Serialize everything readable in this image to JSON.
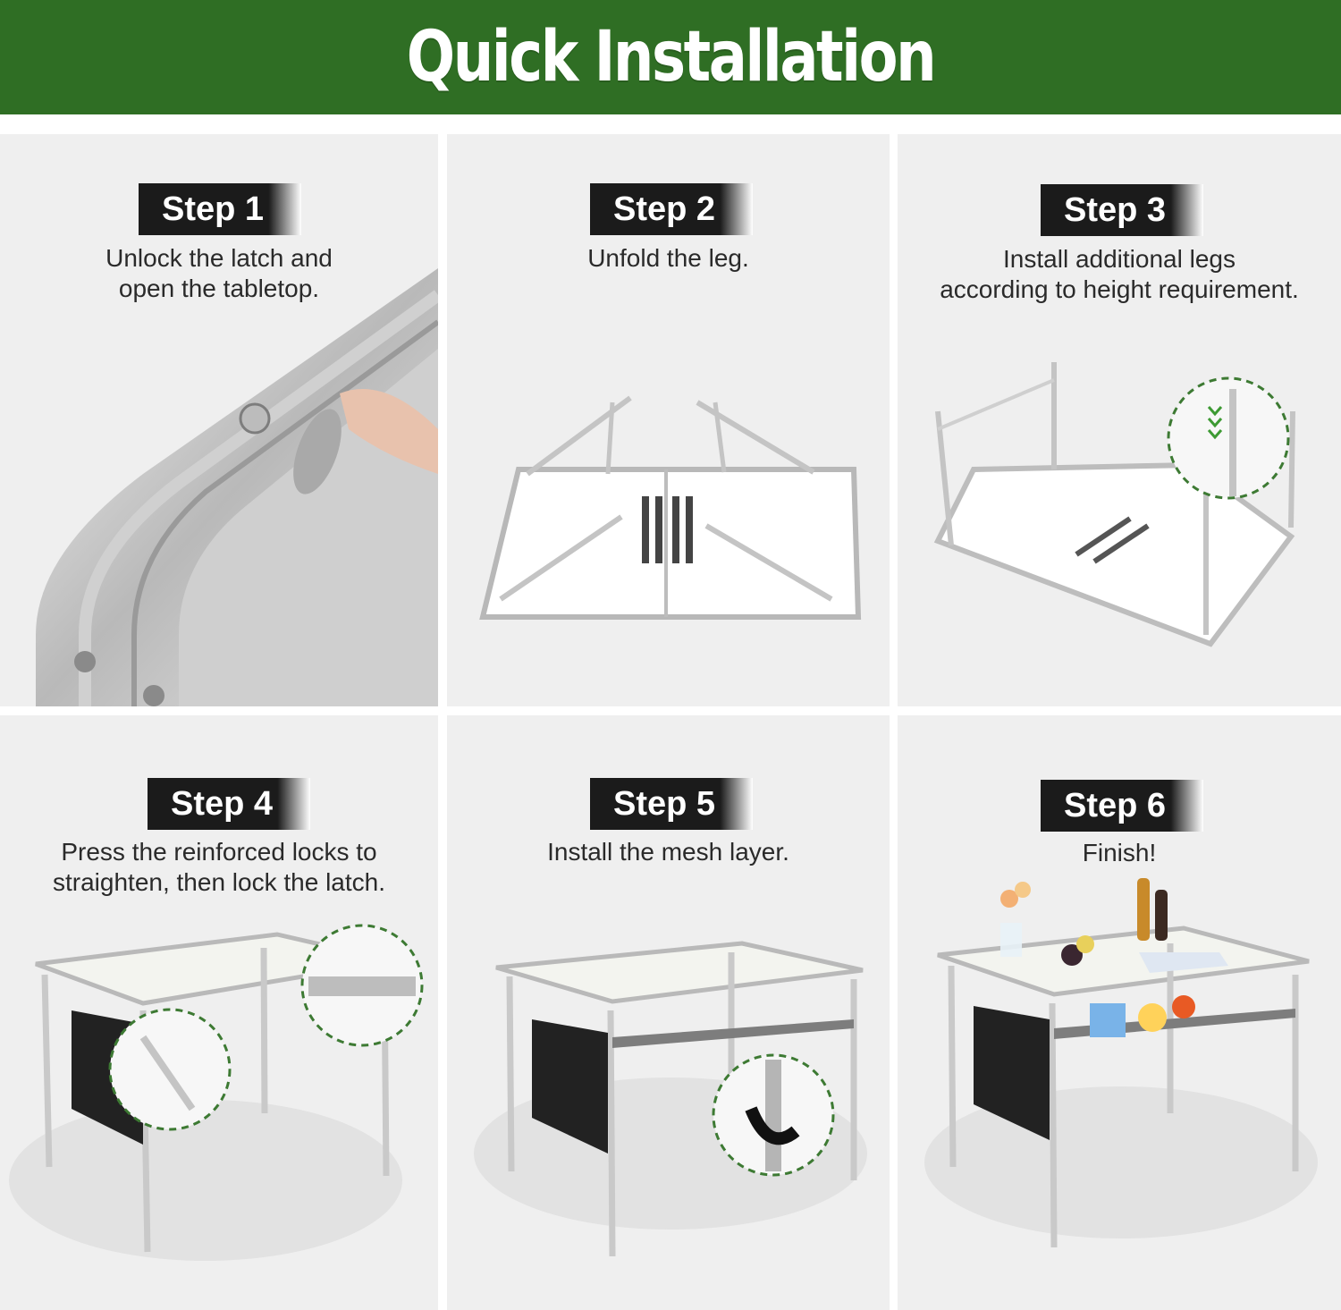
{
  "banner": {
    "title": "Quick Installation"
  },
  "steps": [
    {
      "label": "Step 1",
      "line1": "Unlock the latch and",
      "line2": "open the tabletop."
    },
    {
      "label": "Step 2",
      "line1": "Unfold the leg.",
      "line2": ""
    },
    {
      "label": "Step 3",
      "line1": "Install additional legs",
      "line2": "according to height requirement."
    },
    {
      "label": "Step 4",
      "line1": "Press the reinforced locks to",
      "line2": "straighten, then lock the latch."
    },
    {
      "label": "Step 5",
      "line1": "Install the mesh layer.",
      "line2": ""
    },
    {
      "label": "Step 6",
      "line1": "Finish!",
      "line2": ""
    }
  ],
  "colors": {
    "banner": "#2f6e24",
    "badge": "#1b1b1b",
    "panel": "#efefef",
    "highlight_ring": "#3d7a33"
  }
}
